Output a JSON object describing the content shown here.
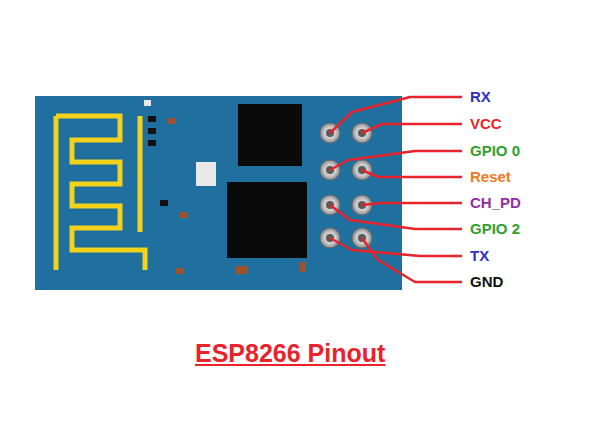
{
  "diagram": {
    "title": "ESP8266 Pinout",
    "labels": [
      "RX",
      "VCC",
      "GPIO 0",
      "Reset",
      "CH_PD",
      "GPIO 2",
      "TX",
      "GND"
    ]
  }
}
